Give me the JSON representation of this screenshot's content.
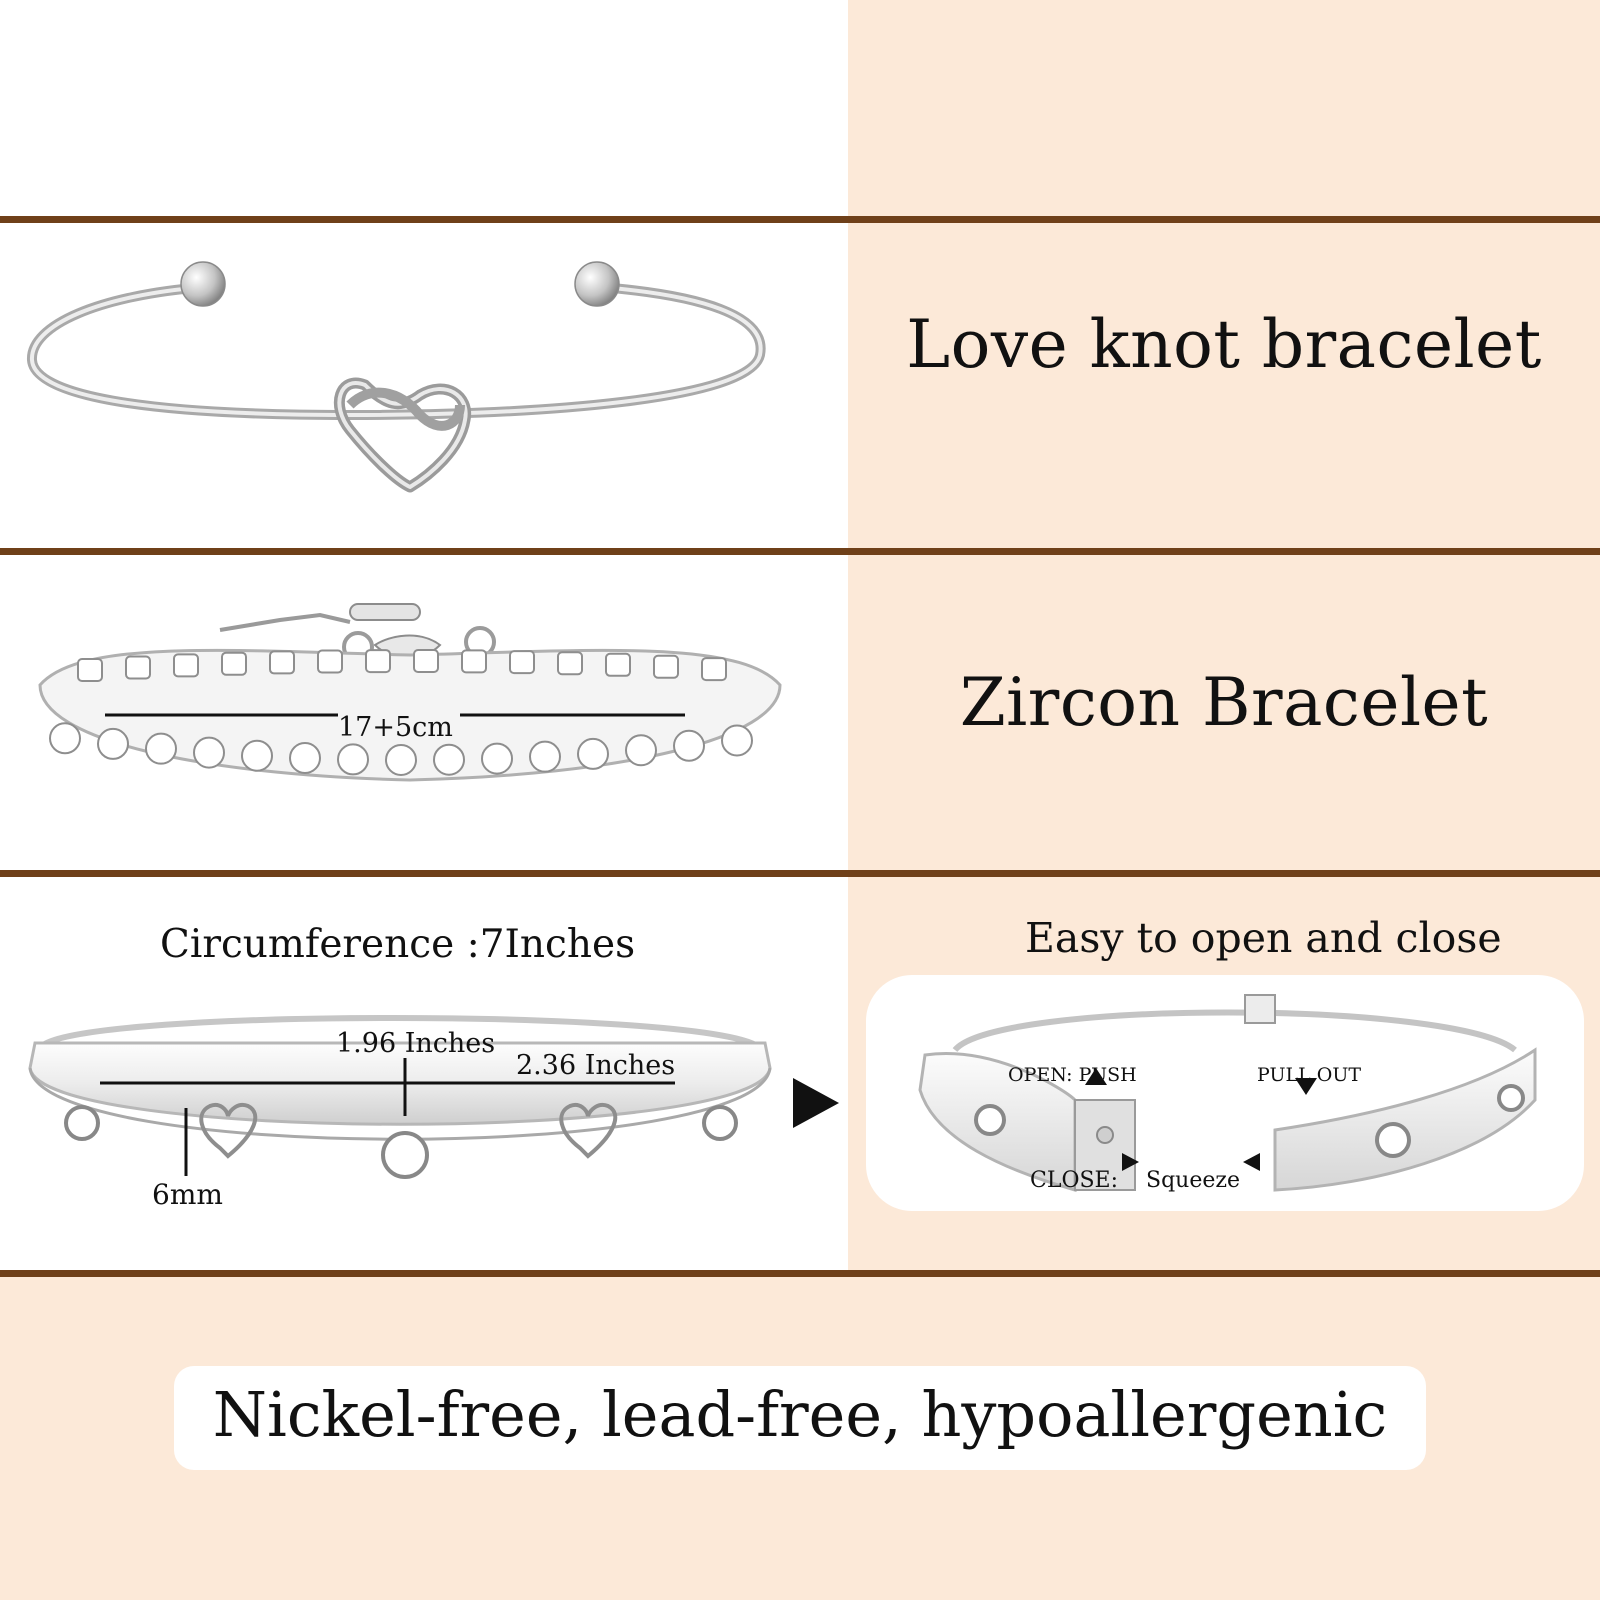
{
  "colors": {
    "divider": "#6f4019",
    "cream": "#fce9d8",
    "white": "#ffffff",
    "silver": "#c9c9c9"
  },
  "rows": {
    "love_knot": {
      "title": "Love knot bracelet"
    },
    "zircon": {
      "title": "Zircon Bracelet",
      "length_label": "17+5cm"
    },
    "bangle": {
      "circumference_label": "Circumference :7Inches",
      "width_label_1": "1.96 Inches",
      "width_label_2": "2.36 Inches",
      "thickness_label": "6mm"
    },
    "clasp": {
      "title": "Easy to open and close",
      "open_label": "OPEN: PUSH",
      "pull_label": "PULL OUT",
      "close_label": "CLOSE:",
      "squeeze_label": "Squeeze"
    }
  },
  "footer": {
    "text": "Nickel-free, lead-free, hypoallergenic"
  }
}
